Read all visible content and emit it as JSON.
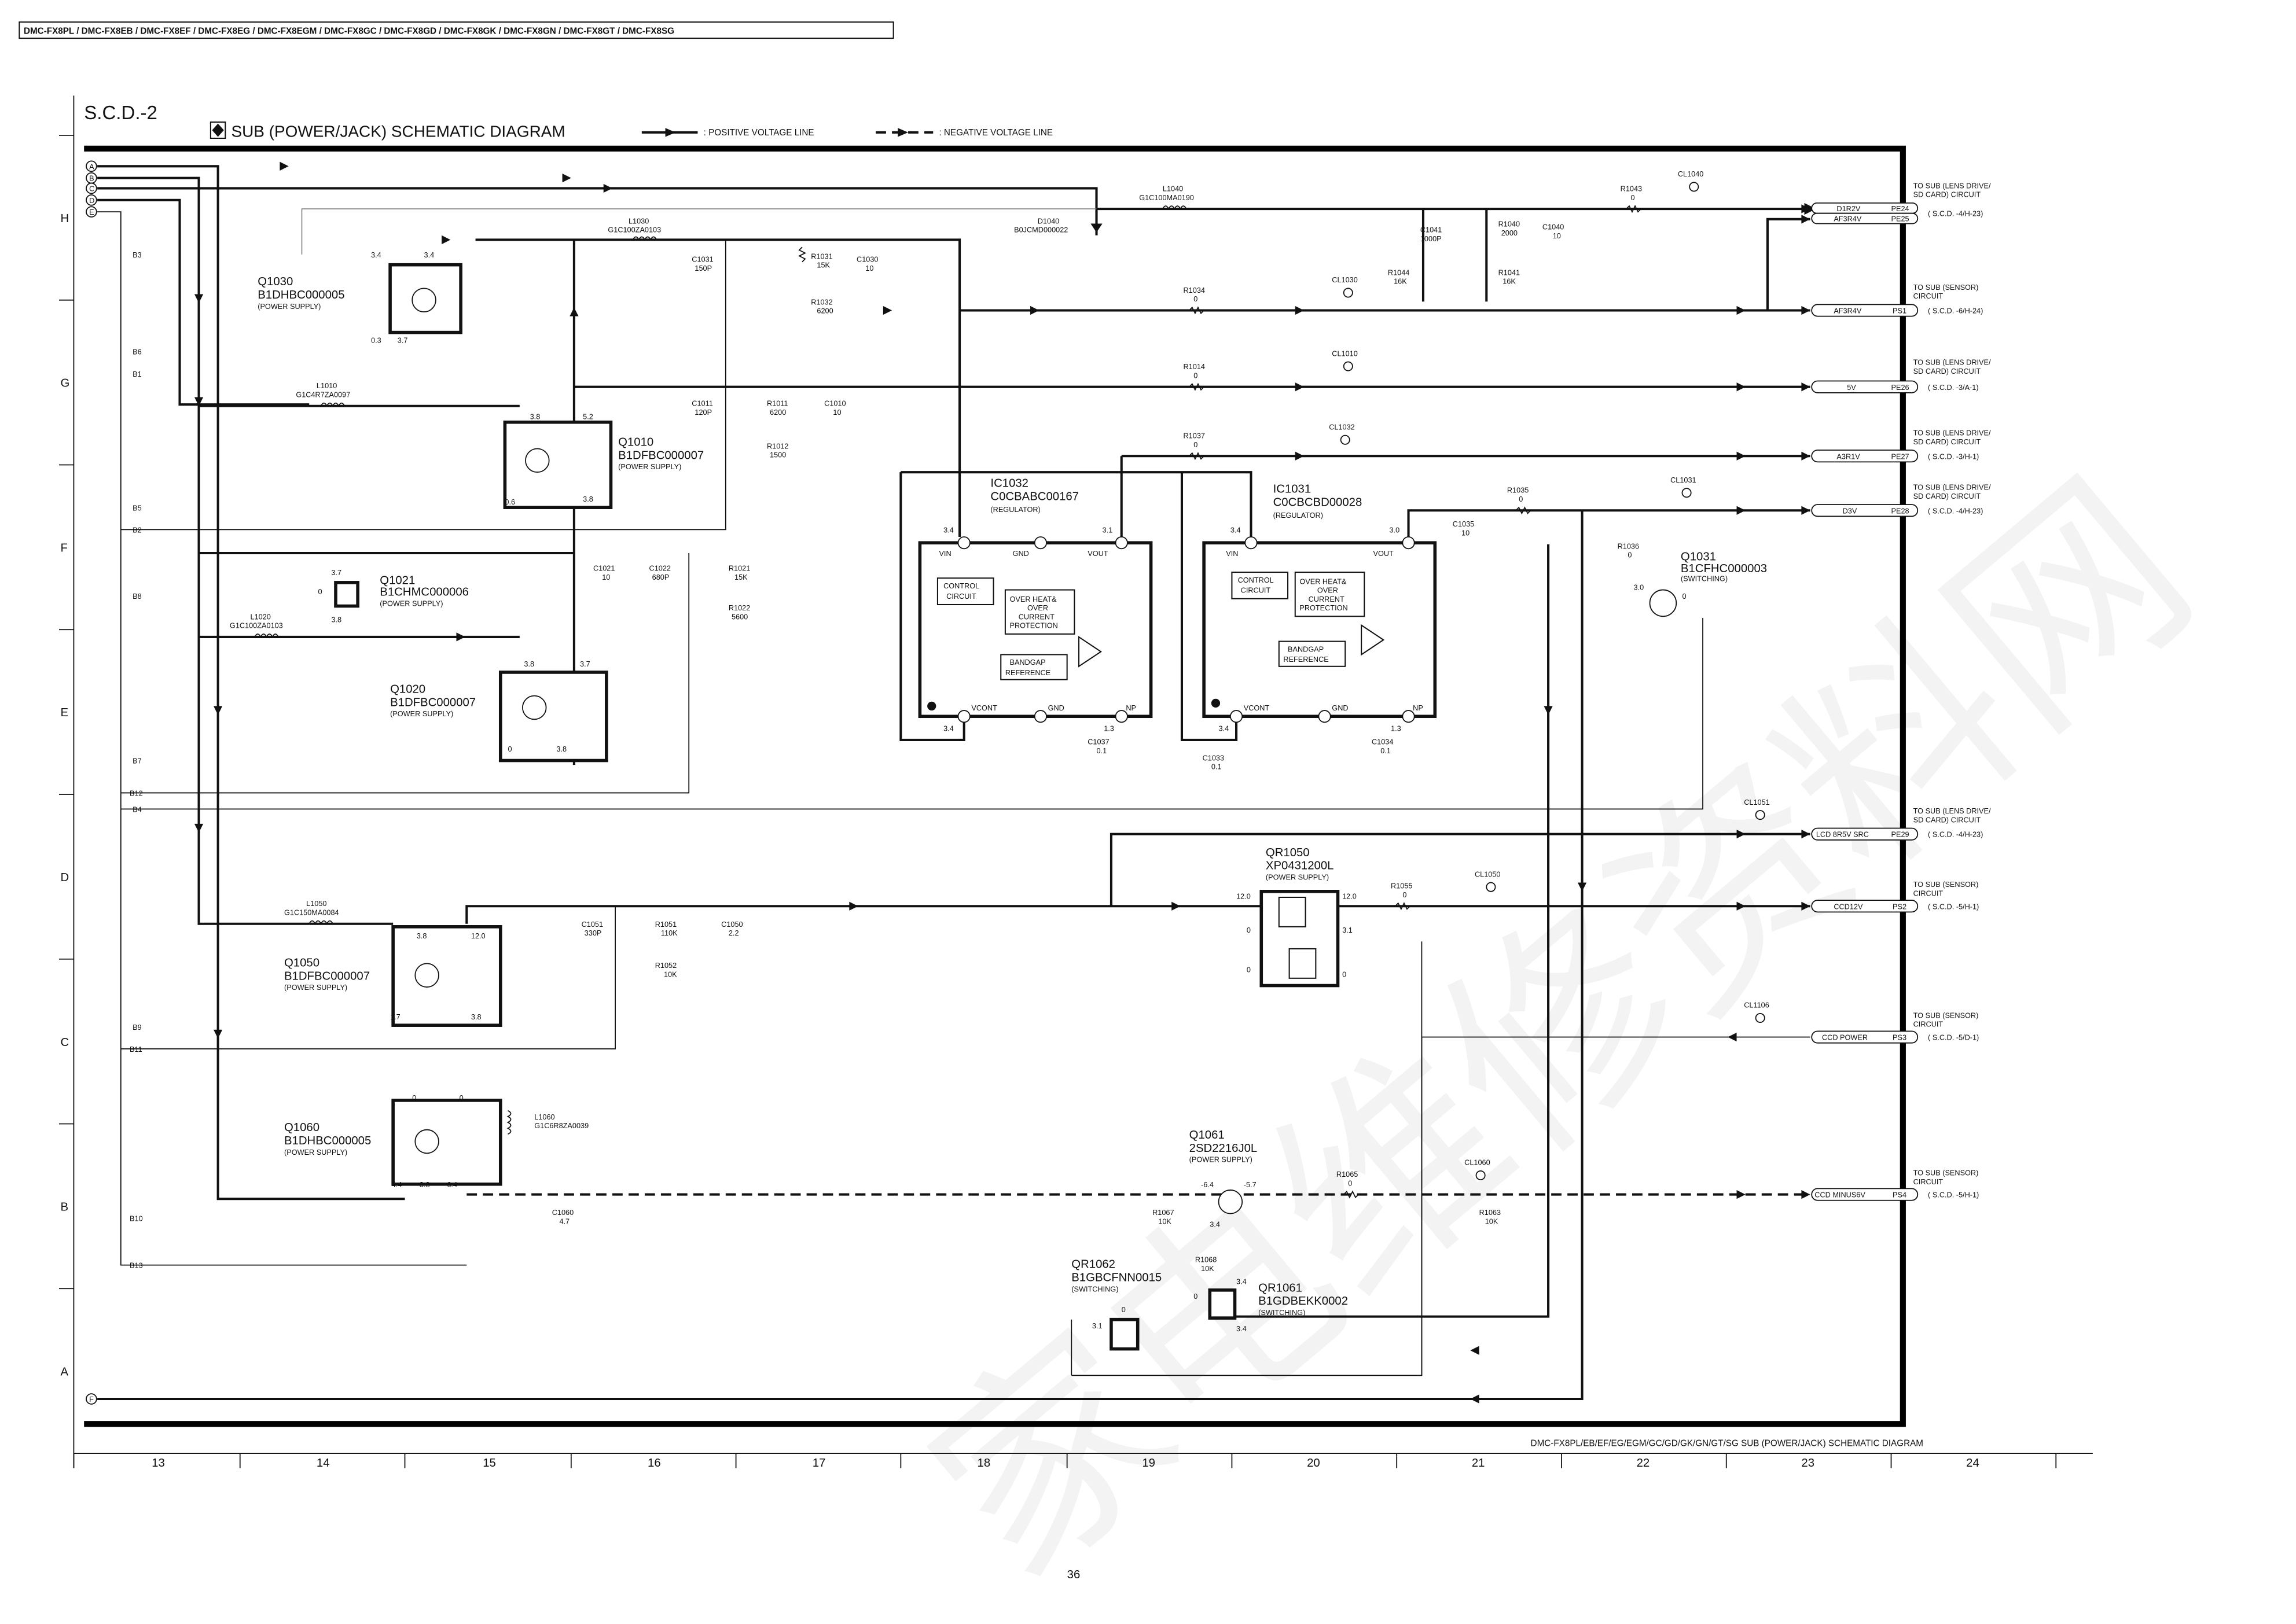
{
  "header": {
    "models": "DMC-FX8PL / DMC-FX8EB / DMC-FX8EF / DMC-FX8EG / DMC-FX8EGM / DMC-FX8GC / DMC-FX8GD / DMC-FX8GK / DMC-FX8GN / DMC-FX8GT / DMC-FX8SG"
  },
  "title": {
    "section": "S.C.D.-2",
    "main": "SUB (POWER/JACK) SCHEMATIC DIAGRAM"
  },
  "legend": {
    "positive": ": POSITIVE VOLTAGE LINE",
    "negative": ": NEGATIVE VOLTAGE LINE"
  },
  "footer": {
    "caption": "DMC-FX8PL/EB/EF/EG/EGM/GC/GD/GK/GN/GT/SG  SUB (POWER/JACK) SCHEMATIC DIAGRAM",
    "page": "36"
  },
  "watermark": "家电维修资料网",
  "grid": {
    "rows": [
      "H",
      "G",
      "F",
      "E",
      "D",
      "C",
      "B",
      "A"
    ],
    "columns": [
      "13",
      "14",
      "15",
      "16",
      "17",
      "18",
      "19",
      "20",
      "21",
      "22",
      "23",
      "24"
    ]
  },
  "left_ports": {
    "A": "A",
    "B": "B",
    "C": "C",
    "D": "D",
    "E": "E",
    "F": "F"
  },
  "left_labels": {
    "B3": "B3",
    "B6": "B6",
    "B1": "B1",
    "B5": "B5",
    "B2": "B2",
    "B8": "B8",
    "B7": "B7",
    "B12": "B12",
    "B4": "B4",
    "B9": "B9",
    "B11": "B11",
    "B10": "B10",
    "B13": "B13"
  },
  "right_connectors": [
    {
      "net": "D1R2V",
      "id": "PE24"
    },
    {
      "net": "AF3R4V",
      "id": "PE25"
    },
    {
      "net": "AF3R4V",
      "id": "PS1"
    },
    {
      "net": "5V",
      "id": "PE26"
    },
    {
      "net": "A3R1V",
      "id": "PE27"
    },
    {
      "net": "D3V",
      "id": "PE28"
    },
    {
      "net": "LCD 8R5V SRC",
      "id": "PE29"
    },
    {
      "net": "CCD12V",
      "id": "PS2"
    },
    {
      "net": "CCD POWER",
      "id": "PS3"
    },
    {
      "net": "CCD MINUS6V",
      "id": "PS4"
    }
  ],
  "destinations": [
    {
      "l1": "TO SUB (LENS DRIVE/",
      "l2": "SD CARD) CIRCUIT",
      "ref": "( S.C.D. -4/H-23)"
    },
    {
      "l1": "TO SUB (SENSOR)",
      "l2": "CIRCUIT",
      "ref": "( S.C.D. -6/H-24)"
    },
    {
      "l1": "TO SUB (LENS DRIVE/",
      "l2": "SD CARD) CIRCUIT",
      "ref": "( S.C.D. -3/A-1)"
    },
    {
      "l1": "TO SUB (LENS DRIVE/",
      "l2": "SD CARD) CIRCUIT",
      "ref": "( S.C.D. -3/H-1)"
    },
    {
      "l1": "TO SUB (LENS DRIVE/",
      "l2": "SD CARD) CIRCUIT",
      "ref": "( S.C.D. -4/H-23)"
    },
    {
      "l1": "TO SUB (LENS DRIVE/",
      "l2": "SD CARD) CIRCUIT",
      "ref": "( S.C.D. -4/H-23)"
    },
    {
      "l1": "TO SUB (SENSOR)",
      "l2": "CIRCUIT",
      "ref": "( S.C.D. -5/H-1)"
    },
    {
      "l1": "TO SUB (SENSOR)",
      "l2": "CIRCUIT",
      "ref": "( S.C.D. -5/D-1)"
    },
    {
      "l1": "TO SUB (SENSOR)",
      "l2": "CIRCUIT",
      "ref": "( S.C.D. -5/H-1)"
    }
  ],
  "c": {
    "L1030": {
      "ref": "L1030",
      "val": "G1C100ZA0103"
    },
    "D1040": {
      "ref": "D1040",
      "val": "B0JCMD000022"
    },
    "L1040": {
      "ref": "L1040",
      "val": "G1C100MA0190"
    },
    "R1043": {
      "ref": "R1043",
      "val": "0"
    },
    "C1041": {
      "ref": "C1041",
      "val": "1000P"
    },
    "R1040": {
      "ref": "R1040",
      "val": "2000"
    },
    "C1040": {
      "ref": "C1040",
      "val": "10"
    },
    "R1044": {
      "ref": "R1044",
      "val": "16K"
    },
    "R1041": {
      "ref": "R1041",
      "val": "16K"
    },
    "C1031": {
      "ref": "C1031",
      "val": "150P"
    },
    "R1031": {
      "ref": "R1031",
      "val": "15K"
    },
    "R1032": {
      "ref": "R1032",
      "val": "6200"
    },
    "C1030": {
      "ref": "C1030",
      "val": "10"
    },
    "R1034": {
      "ref": "R1034",
      "val": "0"
    },
    "R1014": {
      "ref": "R1014",
      "val": "0"
    },
    "L1010": {
      "ref": "L1010",
      "val": "G1C4R7ZA0097"
    },
    "C1011": {
      "ref": "C1011",
      "val": "120P"
    },
    "R1011": {
      "ref": "R1011",
      "val": "6200"
    },
    "R1012": {
      "ref": "R1012",
      "val": "1500"
    },
    "C1010": {
      "ref": "C1010",
      "val": "10"
    },
    "R1037": {
      "ref": "R1037",
      "val": "0"
    },
    "R1035": {
      "ref": "R1035",
      "val": "0"
    },
    "C1035": {
      "ref": "C1035",
      "val": "10"
    },
    "R1036": {
      "ref": "R1036",
      "val": "0"
    },
    "C1021": {
      "ref": "C1021",
      "val": "10"
    },
    "C1022": {
      "ref": "C1022",
      "val": "680P"
    },
    "R1021": {
      "ref": "R1021",
      "val": "15K"
    },
    "R1022": {
      "ref": "R1022",
      "val": "5600"
    },
    "L1020": {
      "ref": "L1020",
      "val": "G1C100ZA0103"
    },
    "C1037": {
      "ref": "C1037",
      "val": "0.1"
    },
    "C1033": {
      "ref": "C1033",
      "val": "0.1"
    },
    "C1034": {
      "ref": "C1034",
      "val": "0.1"
    },
    "R1055": {
      "ref": "R1055",
      "val": "0"
    },
    "L1050": {
      "ref": "L1050",
      "val": "G1C150MA0084"
    },
    "C1051": {
      "ref": "C1051",
      "val": "330P"
    },
    "R1051": {
      "ref": "R1051",
      "val": "110K"
    },
    "R1052": {
      "ref": "R1052",
      "val": "10K"
    },
    "C1050": {
      "ref": "C1050",
      "val": "2.2"
    },
    "L1060": {
      "ref": "L1060",
      "val": "G1C6R8ZA0039"
    },
    "R1065": {
      "ref": "R1065",
      "val": "0"
    },
    "R1067": {
      "ref": "R1067",
      "val": "10K"
    },
    "R1063": {
      "ref": "R1063",
      "val": "10K"
    },
    "C1060": {
      "ref": "C1060",
      "val": "4.7"
    },
    "R1068": {
      "ref": "R1068",
      "val": "10K"
    }
  },
  "testpoints": {
    "CL1040": "CL1040",
    "CL1030": "CL1030",
    "CL1010": "CL1010",
    "CL1032": "CL1032",
    "CL1031": "CL1031",
    "CL1051": "CL1051",
    "CL1050": "CL1050",
    "CL1106": "CL1106",
    "CL1060": "CL1060"
  },
  "q": {
    "Q1030": {
      "ref": "Q1030",
      "part": "B1DHBC000005",
      "role": "(POWER SUPPLY)"
    },
    "Q1010": {
      "ref": "Q1010",
      "part": "B1DFBC000007",
      "role": "(POWER SUPPLY)"
    },
    "Q1021": {
      "ref": "Q1021",
      "part": "B1CHMC000006",
      "role": "(POWER SUPPLY)"
    },
    "Q1020": {
      "ref": "Q1020",
      "part": "B1DFBC000007",
      "role": "(POWER SUPPLY)"
    },
    "Q1050": {
      "ref": "Q1050",
      "part": "B1DFBC000007",
      "role": "(POWER SUPPLY)"
    },
    "Q1060": {
      "ref": "Q1060",
      "part": "B1DHBC000005",
      "role": "(POWER SUPPLY)"
    },
    "Q1031": {
      "ref": "Q1031",
      "part": "B1CFHC000003",
      "role": "(SWITCHING)"
    },
    "QR1050": {
      "ref": "QR1050",
      "part": "XP0431200L",
      "role": "(POWER SUPPLY)"
    },
    "Q1061": {
      "ref": "Q1061",
      "part": "2SD2216J0L",
      "role": "(POWER SUPPLY)"
    },
    "QR1062": {
      "ref": "QR1062",
      "part": "B1GBCFNN0015",
      "role": "(SWITCHING)"
    },
    "QR1061": {
      "ref": "QR1061",
      "part": "B1GDBEKK0002",
      "role": "(SWITCHING)"
    }
  },
  "ic": {
    "IC1032": {
      "ref": "IC1032",
      "part": "C0CBABC00167",
      "role": "(REGULATOR)",
      "vin_v": "3.4",
      "vout_v": "3.1",
      "vcont_v": "3.4",
      "np_v": "1.3"
    },
    "IC1031": {
      "ref": "IC1031",
      "part": "C0CBCBD00028",
      "role": "(REGULATOR)",
      "vin_v": "3.4",
      "vout_v": "3.0",
      "vcont_v": "3.4",
      "np_v": "1.3"
    },
    "pins": {
      "vin": "VIN",
      "gnd": "GND",
      "vout": "VOUT",
      "vcont": "VCONT",
      "np": "NP"
    },
    "blocks": {
      "control1": "CONTROL",
      "control2": "CIRCUIT",
      "oh1": "OVER HEAT&",
      "oh2": "OVER",
      "oh3": "CURRENT",
      "oh4": "PROTECTION",
      "bg1": "BANDGAP",
      "bg2": "REFERENCE"
    }
  },
  "voltages": {
    "q1030": [
      "3.4",
      "3.4",
      "0.3",
      "3.7"
    ],
    "q1010": [
      "3.8",
      "5.2",
      "0.6",
      "3.8"
    ],
    "q1021": [
      "3.7",
      "0",
      "3.8"
    ],
    "q1020": [
      "3.8",
      "3.7",
      "0",
      "3.8"
    ],
    "q1050": [
      "3.8",
      "12.0",
      "1.7",
      "3.8"
    ],
    "q1060": [
      "0",
      "0",
      "4.4",
      "3.8",
      "-6.4"
    ],
    "qr1050": [
      "12.0",
      "12.0",
      "0",
      "0",
      "3.1",
      "0"
    ],
    "q1061": [
      "-6.4",
      "-5.7",
      "3.4"
    ],
    "q1031": [
      "3.0",
      "0"
    ],
    "qr1061": [
      "3.4",
      "0",
      "3.4"
    ],
    "qr1062": [
      "0",
      "3.1"
    ]
  }
}
